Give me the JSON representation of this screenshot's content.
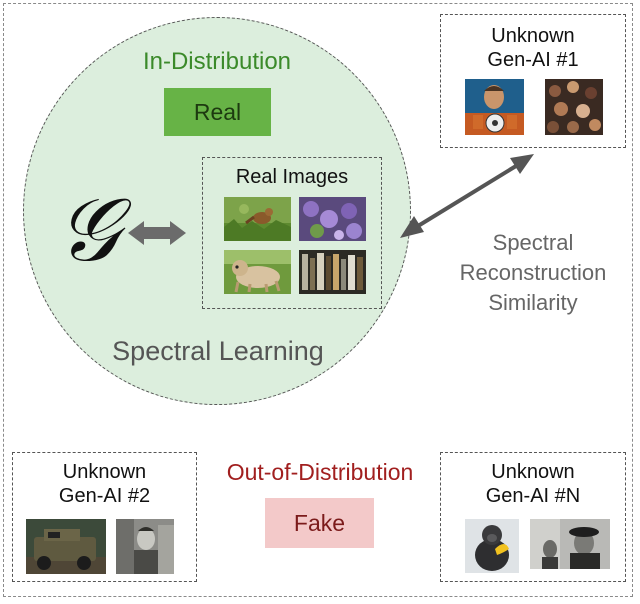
{
  "in_distribution": {
    "label": "In-Distribution",
    "badge": "Real"
  },
  "real_images": {
    "title": "Real Images",
    "thumbnails": [
      "bird-in-grass-photo",
      "purple-flowers-photo",
      "shaggy-dog-photo",
      "bookshelf-photo"
    ]
  },
  "generator_symbol": "𝒢",
  "spectral_learning": "Spectral Learning",
  "reconstruction": {
    "line1": "Spectral",
    "line2": "Reconstruction",
    "line3": "Similarity"
  },
  "gen_ai_1": {
    "line1": "Unknown",
    "line2": "Gen-AI #1"
  },
  "gen_ai_2": {
    "line1": "Unknown",
    "line2": "Gen-AI #2"
  },
  "gen_ai_n": {
    "line1": "Unknown",
    "line2": "Gen-AI #N"
  },
  "out_of_distribution": {
    "label": "Out-of-Distribution",
    "badge": "Fake"
  },
  "colors": {
    "in_distribution_text": "#3b8a2a",
    "real_badge_fill": "#67b346",
    "ellipse_fill": "#dceedd",
    "out_of_distribution_text": "#a11f1f",
    "fake_badge_fill": "#f3c9c9"
  }
}
